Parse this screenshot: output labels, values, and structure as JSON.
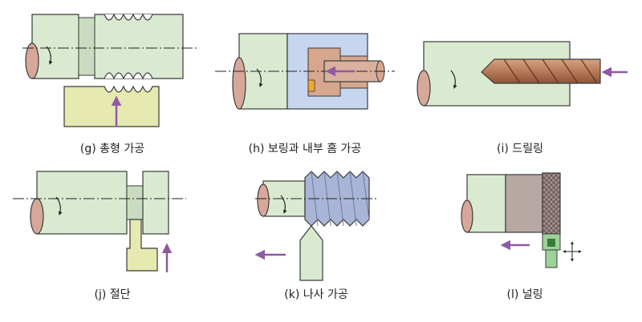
{
  "captions": {
    "g": "(g) 총형 가공",
    "h": "(h) 보링과 내부 홈 가공",
    "i": "(i) 드릴링",
    "j": "(j) 절단",
    "k": "(k) 나사 가공",
    "l": "(l) 널링"
  },
  "colors": {
    "workpiece": "#d9ead1",
    "workpiece_dark": "#b9d2ad",
    "stroke": "#3b3b3b",
    "tool": "#e6e9b0",
    "tool_dark": "#c9cd86",
    "bore_bg": "#c6d6ef",
    "boring_bar": "#d6a68d",
    "insert": "#f0a830",
    "drill": "#b97a58",
    "knurl": "#9c8a86",
    "thread": "#a9b5d6",
    "arrow": "#8e5aa3",
    "end_face": "#d7a79a"
  },
  "icons": {
    "feed_arrow": "feed-arrow-icon",
    "rotation": "rotation-arrow-icon",
    "crosshair": "crosshair-arrow-icon"
  }
}
